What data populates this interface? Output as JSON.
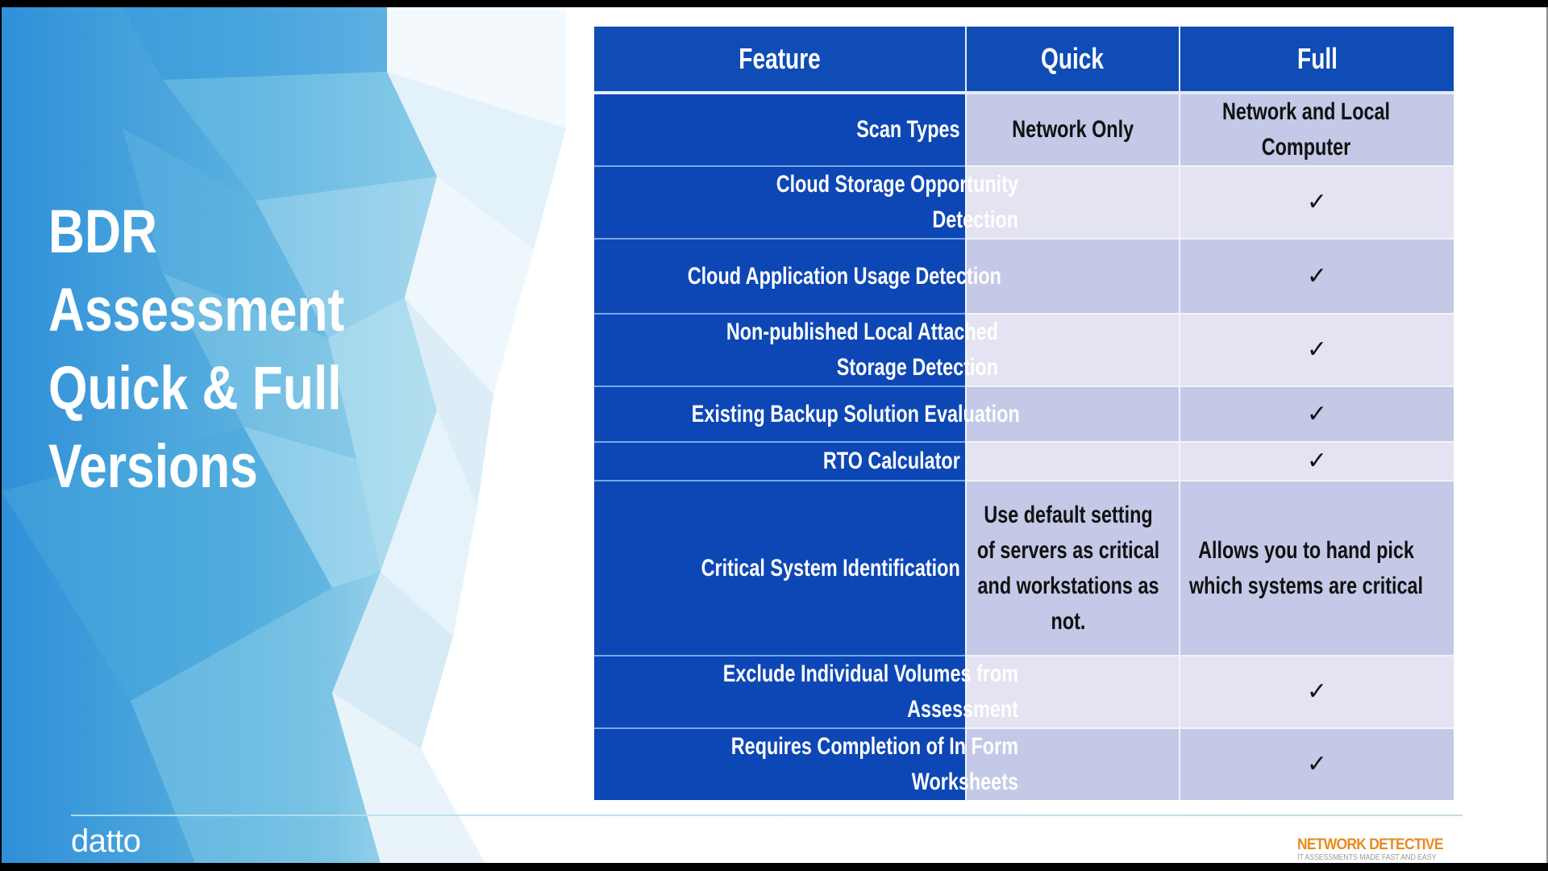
{
  "slide": {
    "title_lines": [
      "BDR",
      "Assessment",
      "Quick & Full",
      "Versions"
    ],
    "footer": {
      "left_logo": "datto",
      "right_logo": {
        "name": "NETWORK DETECTIVE",
        "tagline": "IT ASSESSMENTS MADE FAST AND EASY"
      }
    },
    "colors": {
      "header_blue": "#0f4cb6",
      "feature_blue": "#0d47b5",
      "row_dark": "#c3c9e6",
      "row_light": "#e3e3f2",
      "logo_orange": "#e88a1e"
    }
  },
  "table": {
    "headers": [
      "Feature",
      "Quick",
      "Full"
    ],
    "check_glyph": "✓",
    "rows": [
      {
        "feature": "Scan Types",
        "quick": "Network Only",
        "full": "Network and Local Computer"
      },
      {
        "feature": "Cloud Storage Opportunity Detection",
        "quick": "",
        "full": "✓"
      },
      {
        "feature": "Cloud Application Usage Detection",
        "quick": "",
        "full": "✓"
      },
      {
        "feature": "Non-published Local Attached Storage Detection",
        "quick": "",
        "full": "✓"
      },
      {
        "feature": "Existing Backup Solution Evaluation",
        "quick": "",
        "full": "✓"
      },
      {
        "feature": "RTO Calculator",
        "quick": "",
        "full": "✓"
      },
      {
        "feature": "Critical System Identification",
        "quick": "Use default setting of servers as critical and workstations as not.",
        "full": "Allows you to hand pick which systems are critical"
      },
      {
        "feature": "Exclude Individual Volumes from Assessment",
        "quick": "",
        "full": "✓"
      },
      {
        "feature": "Requires Completion of In Form Worksheets",
        "quick": "",
        "full": "✓"
      }
    ]
  }
}
